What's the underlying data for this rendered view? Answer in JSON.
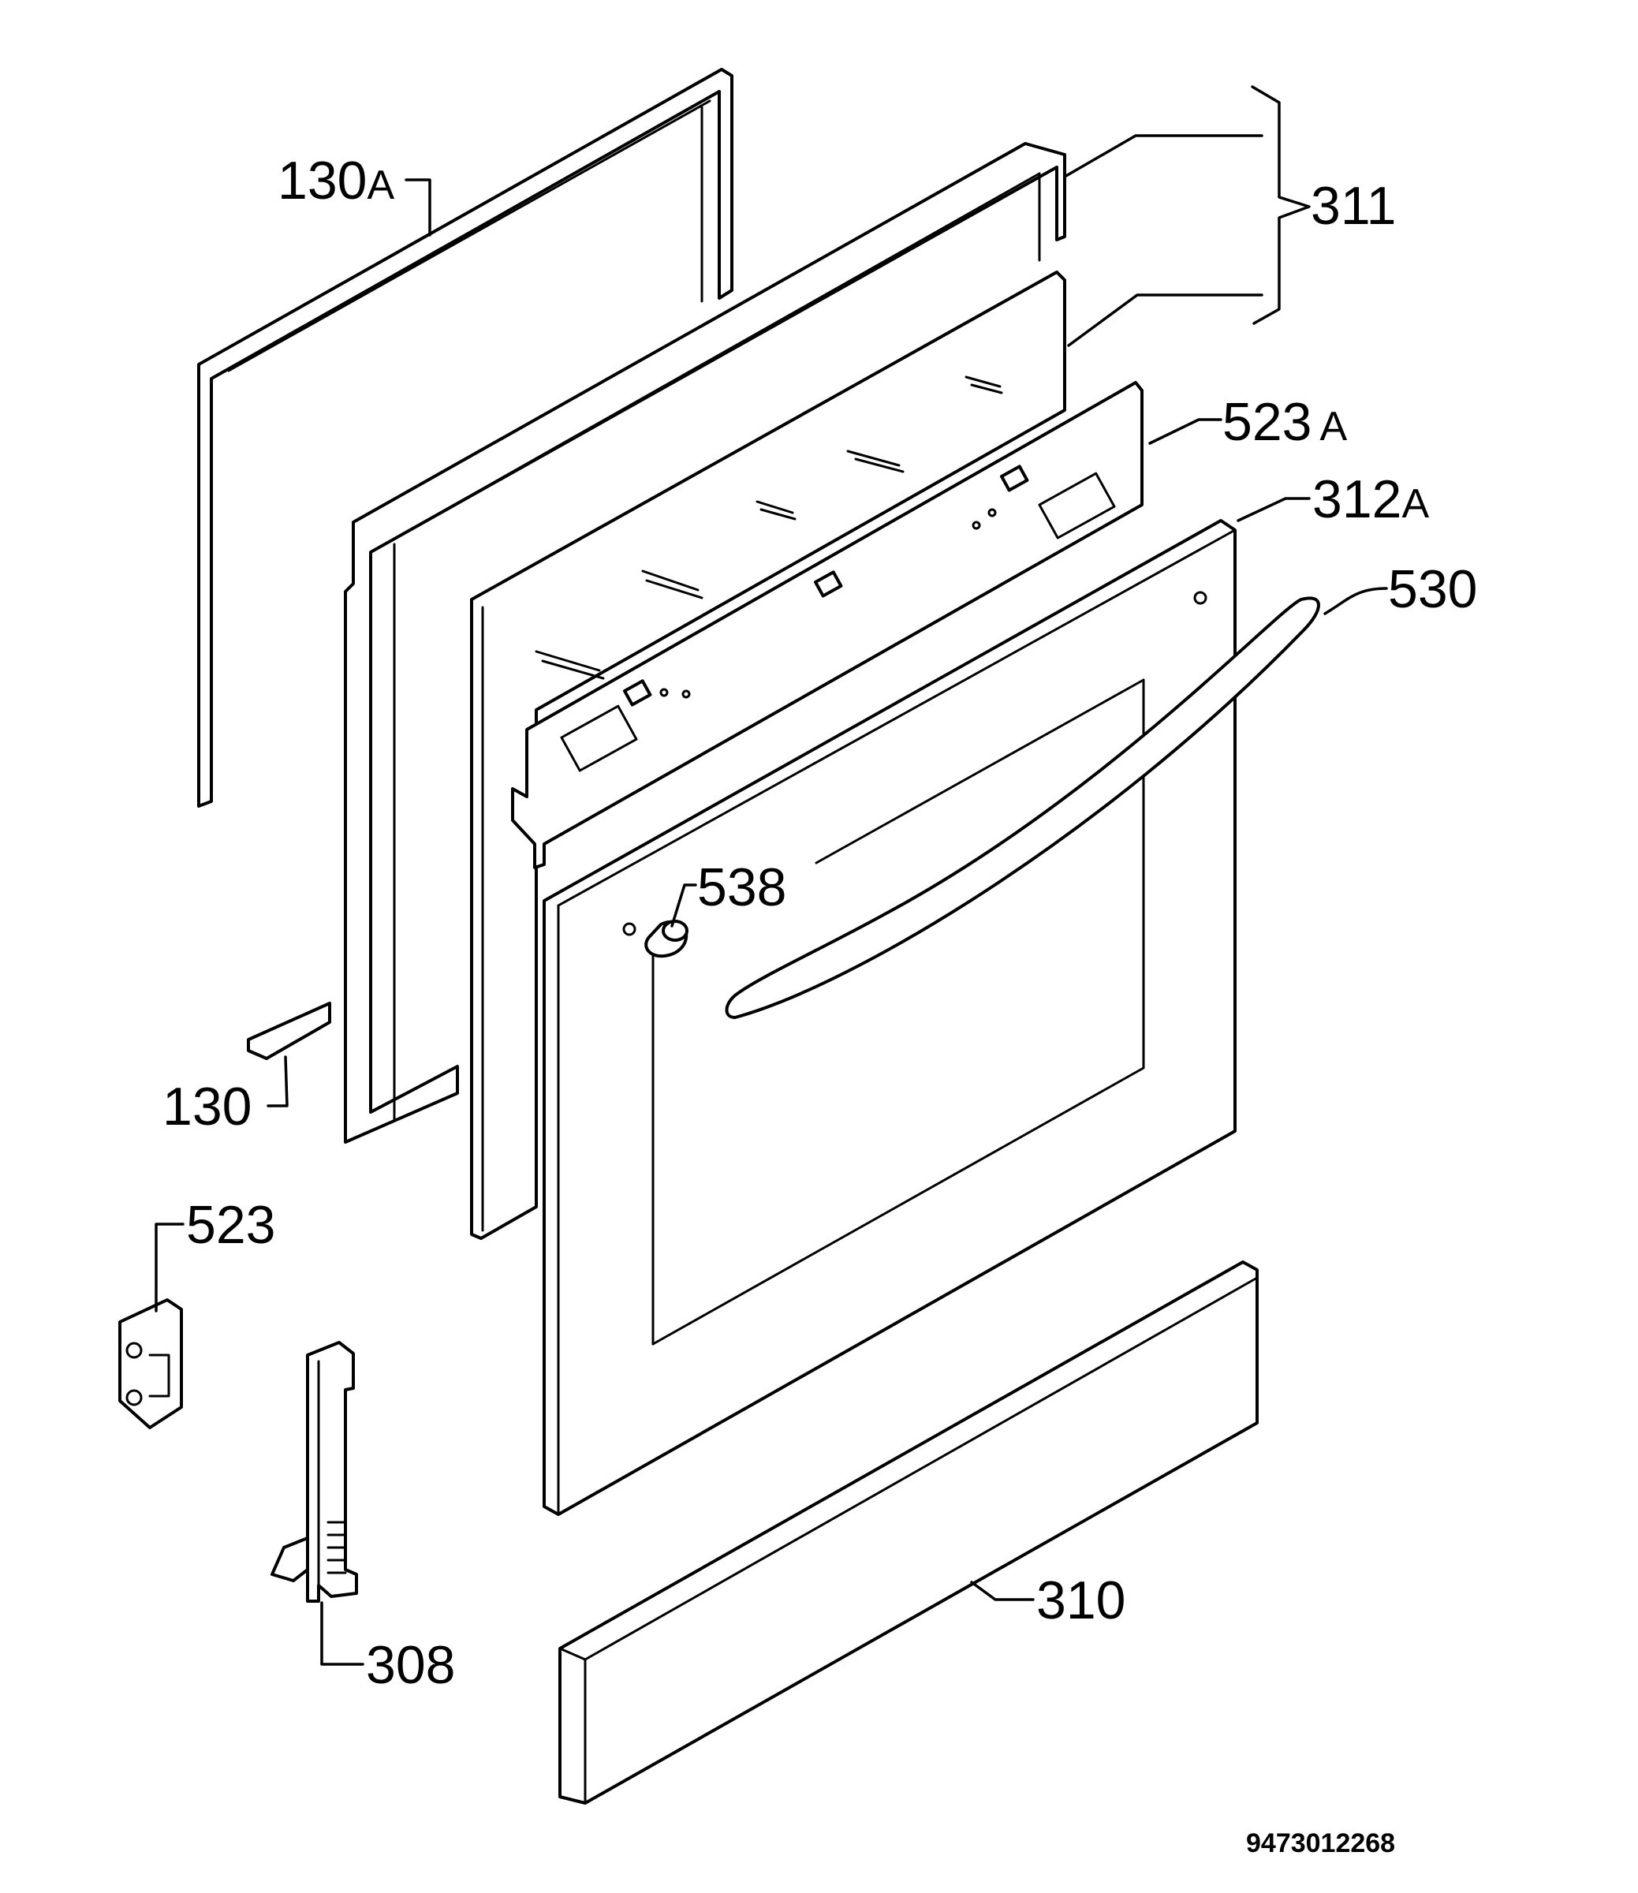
{
  "labels": {
    "l130a": {
      "num": "130",
      "suffix": "A"
    },
    "l311": "311",
    "l523a": {
      "num": "523",
      "suffix": "A"
    },
    "l312a": {
      "num": "312",
      "suffix": "A"
    },
    "l530": "530",
    "l538": "538",
    "l130": "130",
    "l523": "523",
    "l308": "308",
    "l310": "310"
  },
  "drawing_code": "9473012268"
}
